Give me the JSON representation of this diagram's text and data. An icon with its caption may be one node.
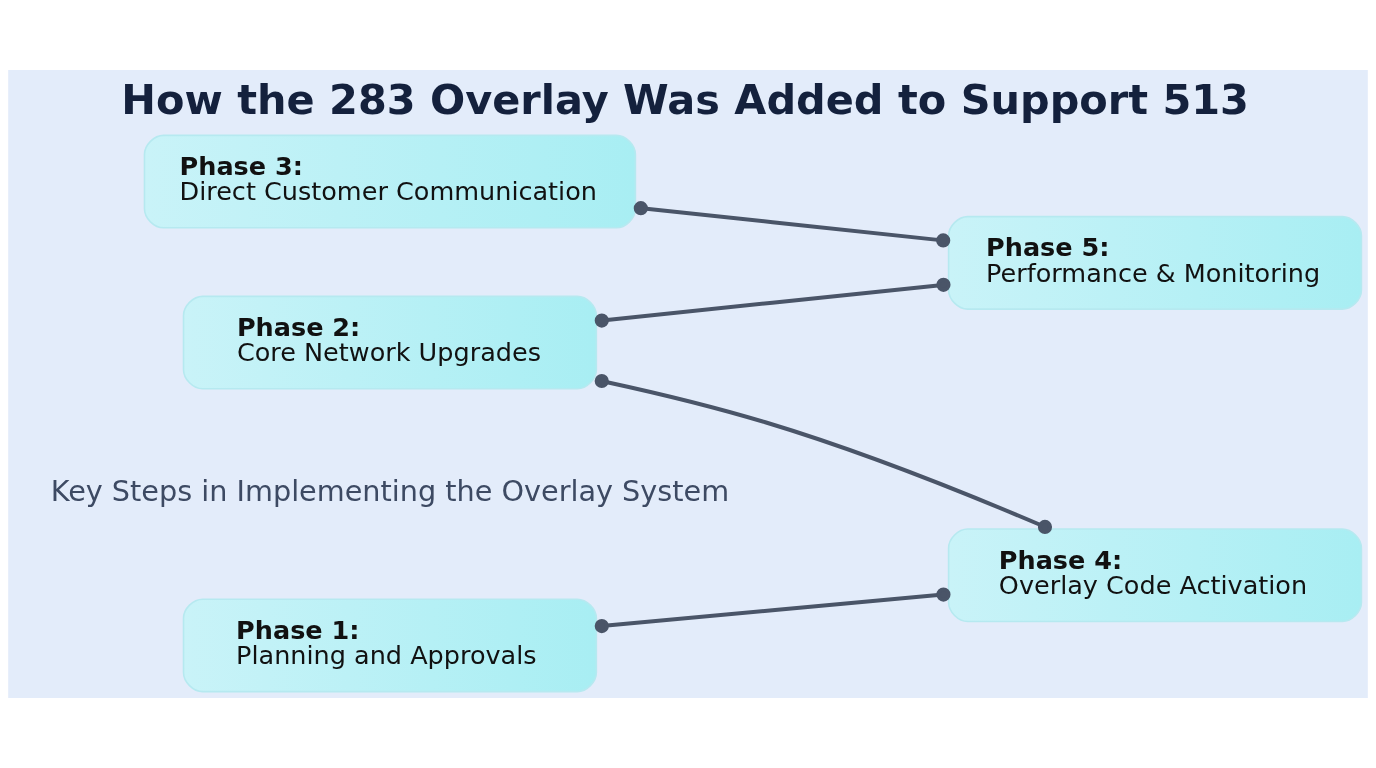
{
  "diagram": {
    "title": "How the 283 Overlay Was Added to Support 513",
    "nodes": [
      {
        "text": [
          "Phase 1:",
          "Planning and Approvals"
        ]
      },
      {
        "text": [
          "Phase 2:",
          "Core Network Upgrades"
        ]
      },
      {
        "text": [
          "Phase 3:",
          "Direct Customer Communication"
        ]
      },
      {
        "text": [
          "Phase 4:",
          "Overlay Code Activation"
        ]
      },
      {
        "text": [
          "Phase 5:",
          "Performance & Monitoring"
        ]
      }
    ],
    "edges": [
      {
        "from": 0,
        "to": 3,
        "arrow": "other"
      },
      {
        "from": 1,
        "to": 3,
        "arrow": "other"
      },
      {
        "from": 1,
        "to": 4,
        "arrow": "other"
      },
      {
        "from": 2,
        "to": 4,
        "arrow": "other"
      }
    ],
    "labels": [
      "Key Steps in Implementing the Overlay System"
    ]
  }
}
